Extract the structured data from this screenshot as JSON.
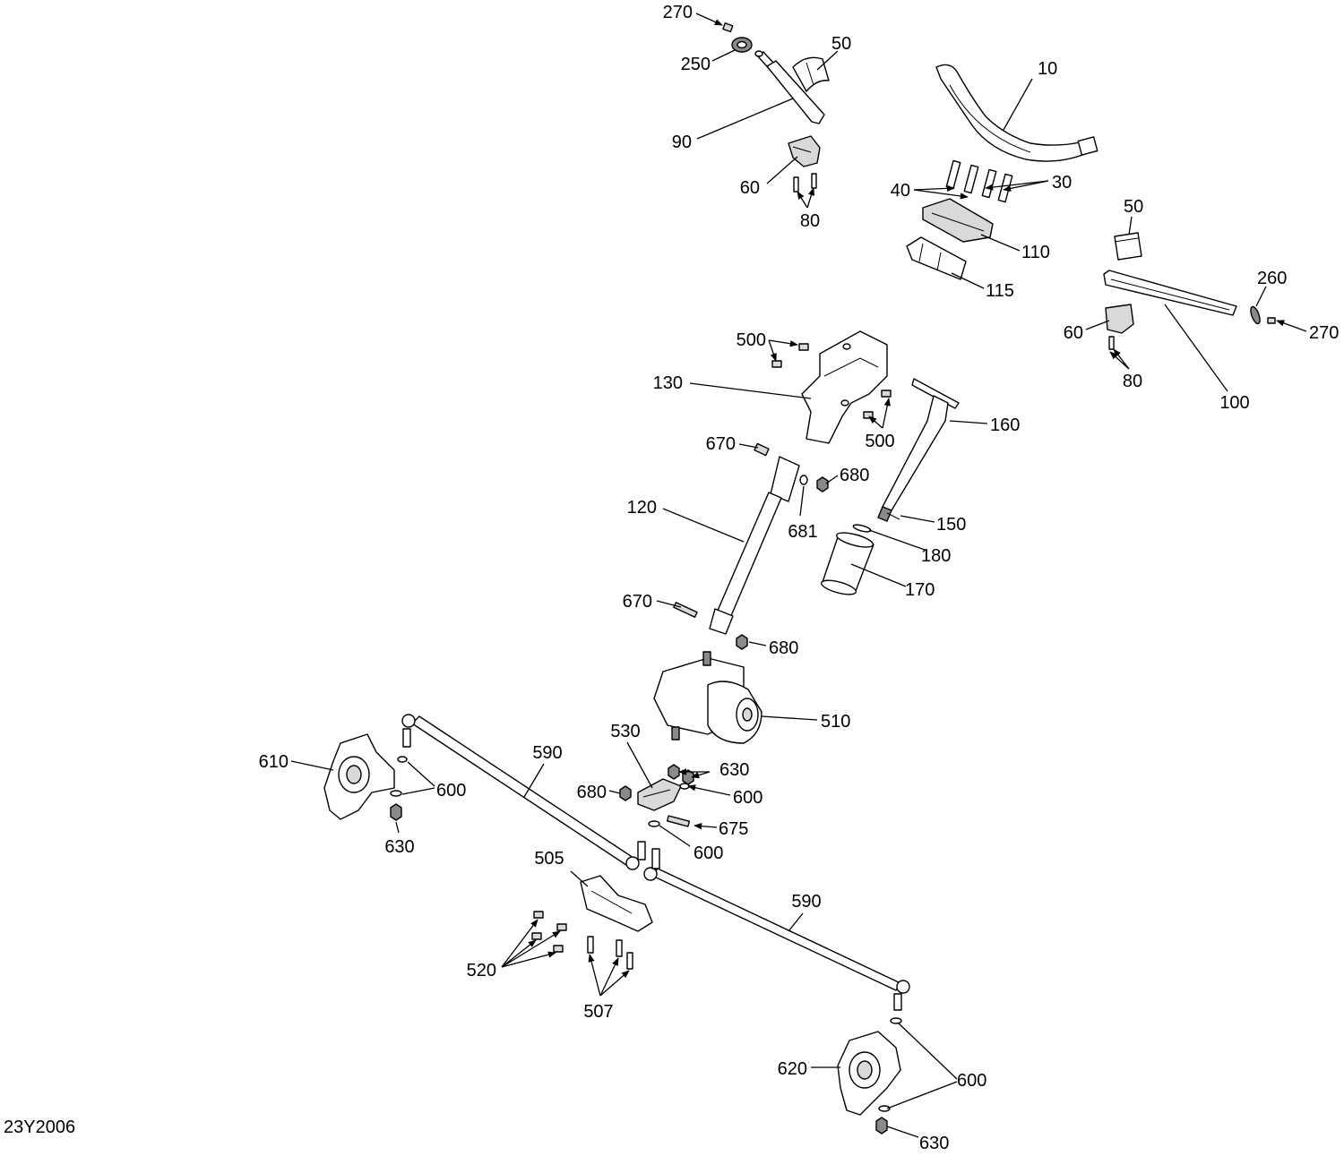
{
  "drawing_code": "23Y2006",
  "callouts": [
    "270",
    "250",
    "50",
    "90",
    "60",
    "80",
    "10",
    "40",
    "30",
    "110",
    "115",
    "50",
    "260",
    "270",
    "60",
    "80",
    "100",
    "500",
    "130",
    "500",
    "160",
    "670",
    "680",
    "681",
    "120",
    "150",
    "180",
    "170",
    "670",
    "680",
    "510",
    "530",
    "590",
    "610",
    "630",
    "600",
    "680",
    "600",
    "675",
    "600",
    "630",
    "505",
    "590",
    "520",
    "507",
    "620",
    "600",
    "630"
  ]
}
